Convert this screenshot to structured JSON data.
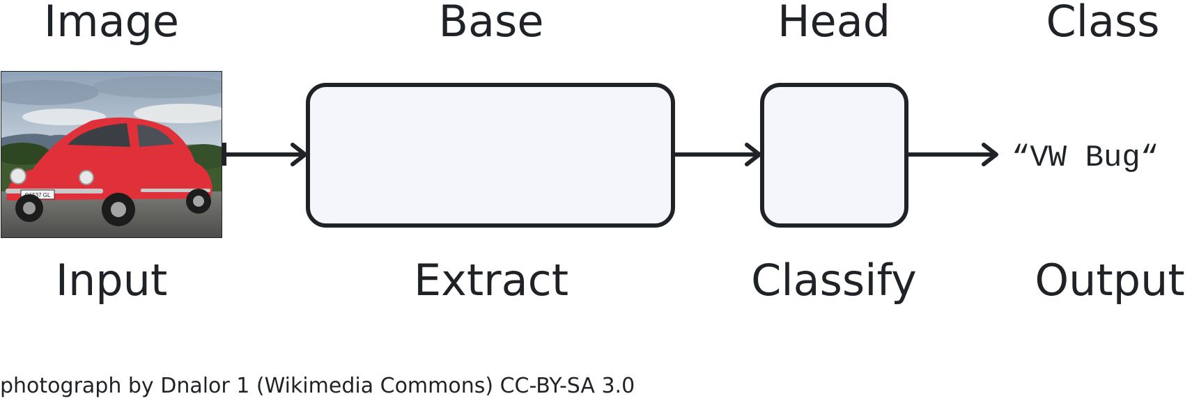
{
  "stages": [
    {
      "top": "Image",
      "bottom": "Input"
    },
    {
      "top": "Base",
      "bottom": "Extract"
    },
    {
      "top": "Head",
      "bottom": "Classify"
    },
    {
      "top": "Class",
      "bottom": "Output"
    }
  ],
  "output_value": "“VW Bug“",
  "photo": {
    "plate_text": "G1537 GL"
  },
  "credit": "photograph by Dnalor 1 (Wikimedia Commons) CC-BY-SA 3.0",
  "colors": {
    "ink": "#1f2328",
    "box_fill": "#f5f6fb",
    "car_red": "#e0303a"
  }
}
